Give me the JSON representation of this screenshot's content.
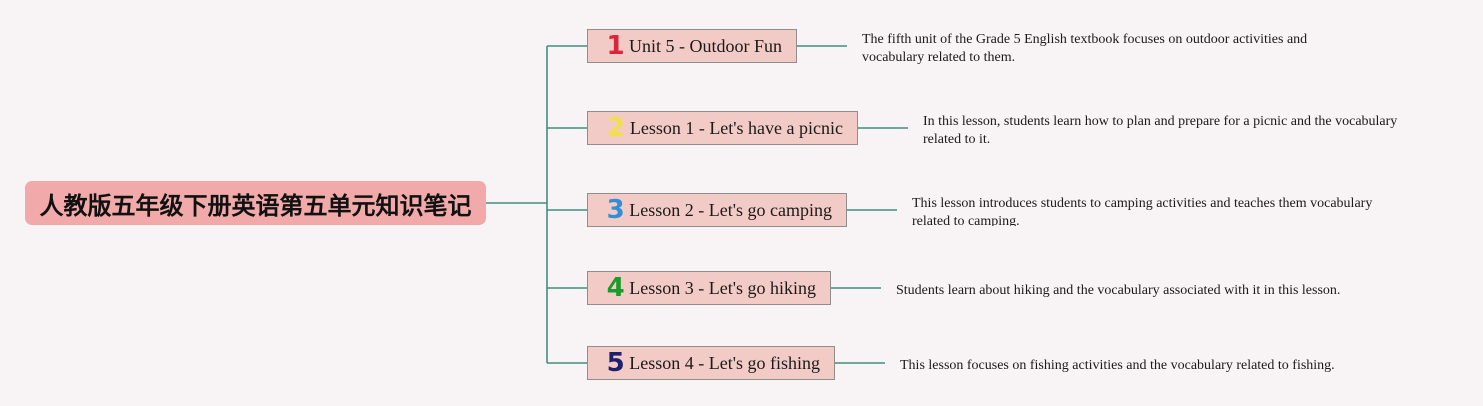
{
  "root": {
    "title": "人教版五年级下册英语第五单元知识笔记"
  },
  "branches": [
    {
      "number": "1",
      "number_color": "#d9263b",
      "label": "Unit 5 - Outdoor Fun",
      "description": "The fifth unit of the Grade 5 English textbook focuses on outdoor activities and vocabulary related to them."
    },
    {
      "number": "2",
      "number_color": "#f2e04a",
      "label": "Lesson 1 - Let's have a picnic",
      "description": "In this lesson, students learn how to plan and prepare for a picnic and the vocabulary related to it."
    },
    {
      "number": "3",
      "number_color": "#2f8fd8",
      "label": "Lesson 2 - Let's go camping",
      "description": "This lesson introduces students to camping activities and teaches them vocabulary related to camping."
    },
    {
      "number": "4",
      "number_color": "#1d9a2c",
      "label": "Lesson 3 - Let's go hiking",
      "description": "Students learn about hiking and the vocabulary associated with it in this lesson."
    },
    {
      "number": "5",
      "number_color": "#1e1f6e",
      "label": "Lesson 4 - Let's go fishing",
      "description": "This lesson focuses on fishing activities and the vocabulary related to fishing."
    }
  ],
  "colors": {
    "background": "#f8f3f5",
    "root_fill": "#f1aaa9",
    "node_fill": "#f3cbc6",
    "connector": "#3f8f7e"
  }
}
